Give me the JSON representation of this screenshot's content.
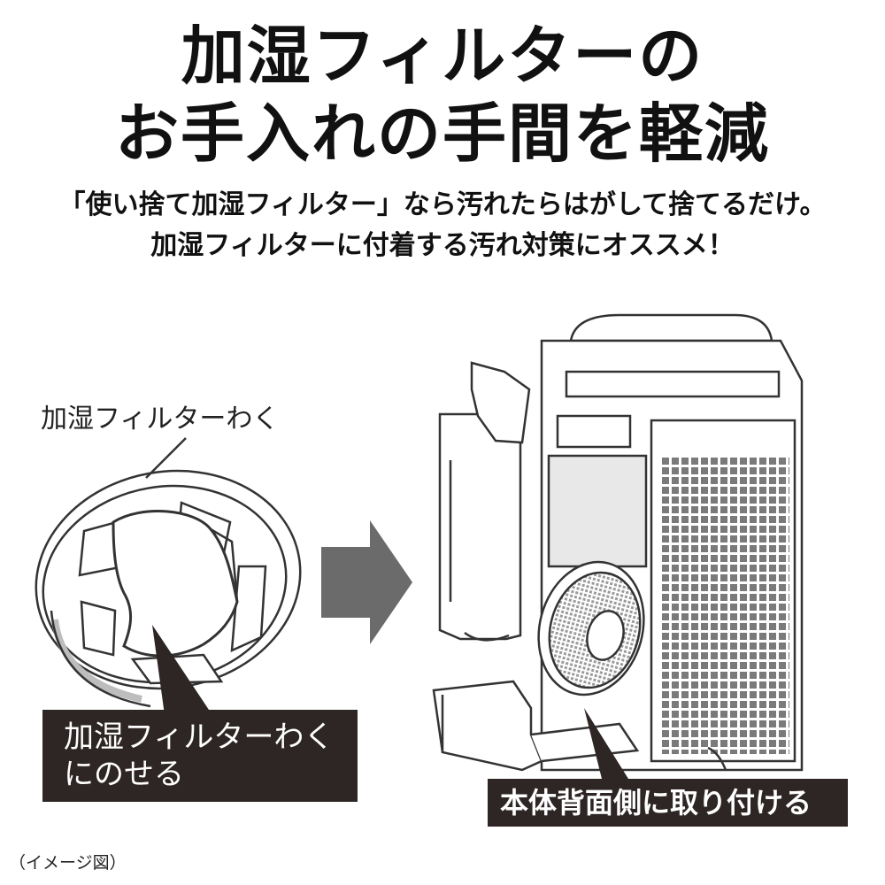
{
  "headline": {
    "line1": "加湿フィルターの",
    "line2": "お手入れの手間を軽減"
  },
  "subheading": {
    "line1": "「使い捨て加湿フィルター」なら汚れたらはがして捨てるだけ。",
    "line2": "加湿フィルターに付着する汚れ対策にオススメ！"
  },
  "illustration": {
    "frame_label": "加湿フィルターわく",
    "callout_left": {
      "line1": "加湿フィルターわく",
      "line2": "にのせる"
    },
    "callout_right": "本体背面側に取り付ける",
    "arrow_icon": "arrow-right-icon"
  },
  "note": "（イメージ図）",
  "colors": {
    "text": "#111111",
    "callout_bg": "#2e2624",
    "arrow": "#6b6b6b"
  }
}
